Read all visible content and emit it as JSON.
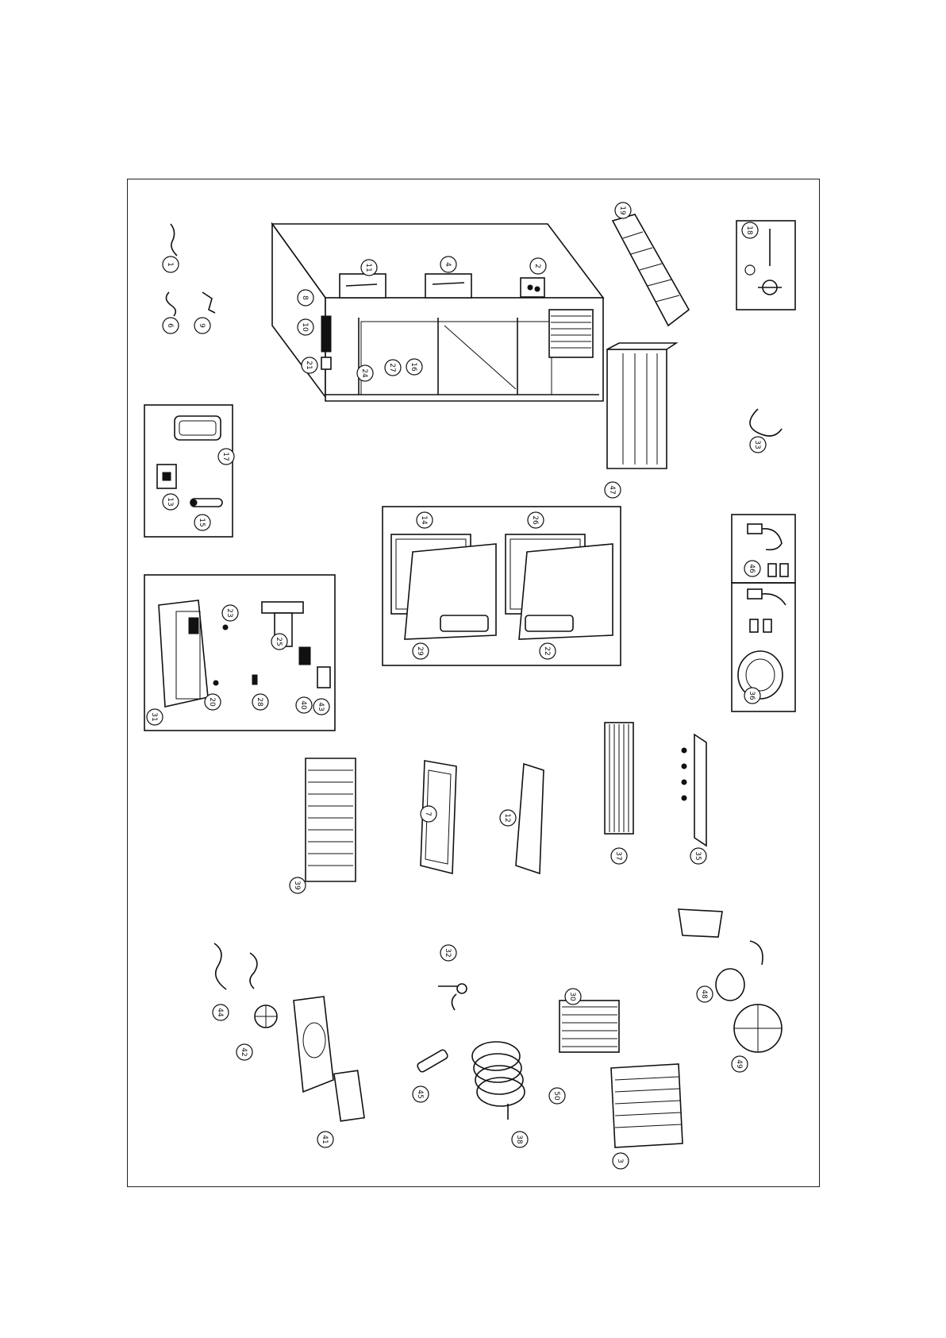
{
  "diagram": {
    "type": "exploded-parts-view",
    "callouts": [
      "1",
      "6",
      "9",
      "11",
      "4",
      "2",
      "8",
      "10",
      "21",
      "24",
      "27",
      "16",
      "19",
      "18",
      "33",
      "17",
      "13",
      "15",
      "14",
      "26",
      "29",
      "22",
      "23",
      "25",
      "20",
      "28",
      "40",
      "43",
      "31",
      "47",
      "46",
      "36",
      "39",
      "37",
      "35",
      "44",
      "42",
      "41",
      "45",
      "38",
      "32",
      "48",
      "49",
      "3",
      "7",
      "12",
      "30",
      "50"
    ]
  }
}
